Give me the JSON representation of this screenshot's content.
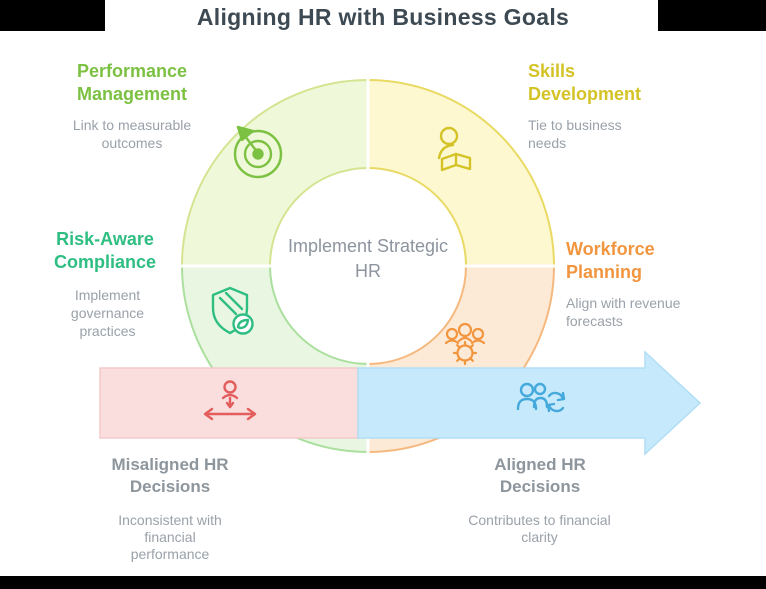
{
  "title": "Aligning HR with Business Goals",
  "title_color": "#3d4a53",
  "center_label": "Implement Strategic HR",
  "quadrants": {
    "performance": {
      "title": "Performance Management",
      "subtitle": "Link to measurable outcomes",
      "accent": "#7cc142",
      "icon": "target-icon"
    },
    "skills": {
      "title": "Skills Development",
      "subtitle": "Tie to business needs",
      "accent": "#d4c326",
      "icon": "reading-person-icon"
    },
    "workforce": {
      "title": "Workforce Planning",
      "subtitle": "Align with revenue forecasts",
      "accent": "#f2953f",
      "icon": "team-gear-icon"
    },
    "risk": {
      "title": "Risk-Aware Compliance",
      "subtitle": "Implement governance practices",
      "accent": "#2fbe82",
      "icon": "shield-icon"
    }
  },
  "ring": {
    "performance": {
      "fill": "#f0f8da",
      "stroke": "#d5e491"
    },
    "skills": {
      "fill": "#fdf8d0",
      "stroke": "#e9da64"
    },
    "workforce": {
      "fill": "#fdead6",
      "stroke": "#f5b97f"
    },
    "risk": {
      "fill": "#e9f7e2",
      "stroke": "#abdf9e"
    }
  },
  "flow": {
    "misaligned": {
      "title": "Misaligned HR Decisions",
      "subtitle": "Inconsistent with financial performance",
      "band_color": "#fadddd",
      "accent": "#e35d5d",
      "icon": "person-shift-icon"
    },
    "aligned": {
      "title": "Aligned HR Decisions",
      "subtitle": "Contributes to financial clarity",
      "band_color": "#c6eafb",
      "accent": "#45a9dc",
      "icon": "people-sync-icon"
    }
  }
}
